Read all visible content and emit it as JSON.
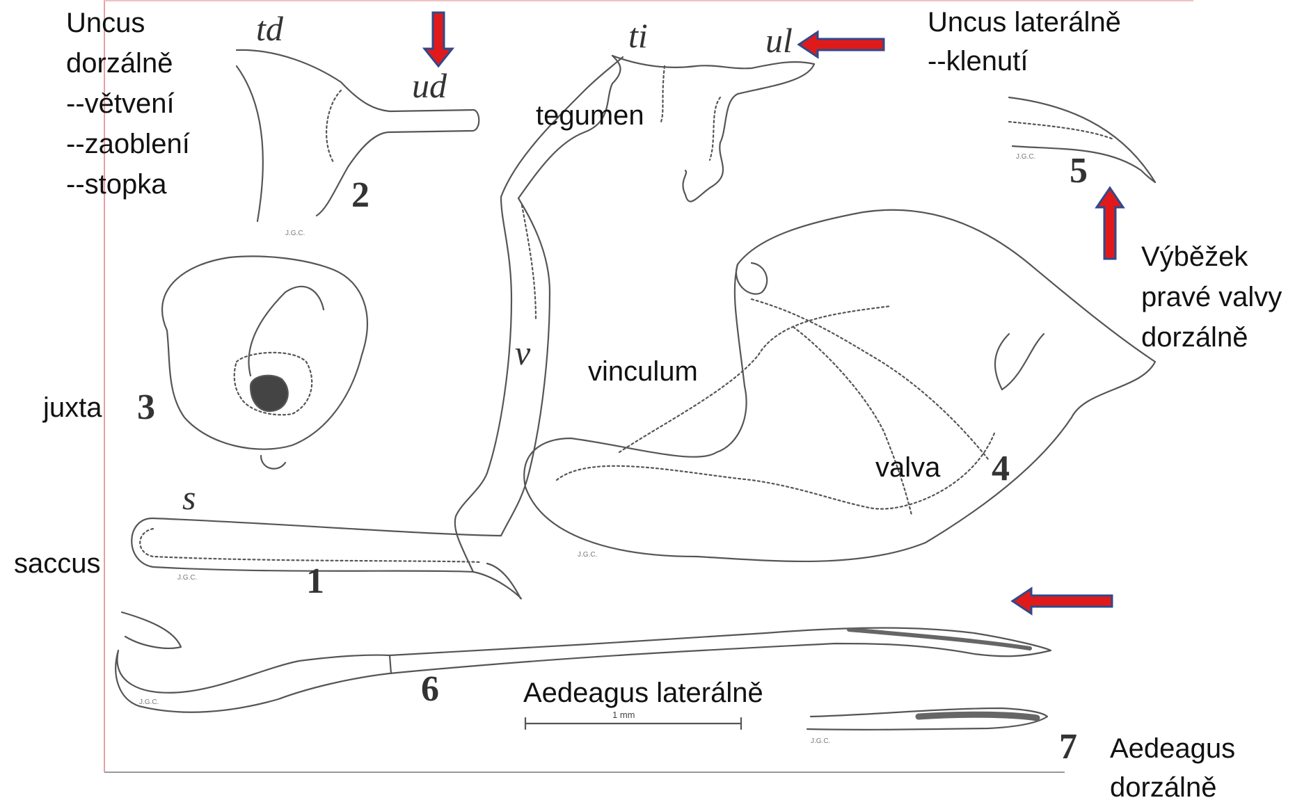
{
  "labels": {
    "uncus_dorsal": [
      "Uncus",
      "dorzálně",
      "--větvení",
      "--zaoblení",
      "--stopka"
    ],
    "uncus_lateral": [
      "Uncus laterálně",
      "--klenutí"
    ],
    "tegumen": "tegumen",
    "vybezek": [
      "Výběžek",
      "pravé valvy",
      "dorzálně"
    ],
    "vinculum": "vinculum",
    "juxta": "juxta",
    "valva": "valva",
    "saccus": "saccus",
    "aedeagus_lateral": "Aedeagus laterálně",
    "aedeagus_dorsal": [
      "Aedeagus",
      "dorzálně"
    ]
  },
  "italic_labels": {
    "td": "td",
    "ud": "ud",
    "ti": "ti",
    "ul": "ul",
    "v": "v",
    "s": "s"
  },
  "figure_numbers": {
    "n1": "1",
    "n2": "2",
    "n3": "3",
    "n4": "4",
    "n5": "5",
    "n6": "6",
    "n7": "7"
  },
  "scale_bar": "1 mm",
  "colors": {
    "arrow_fill": "#e01a1a",
    "arrow_outline": "#2e4a8c",
    "drawing": "#555555",
    "frame_line": "#e8a0a0"
  }
}
